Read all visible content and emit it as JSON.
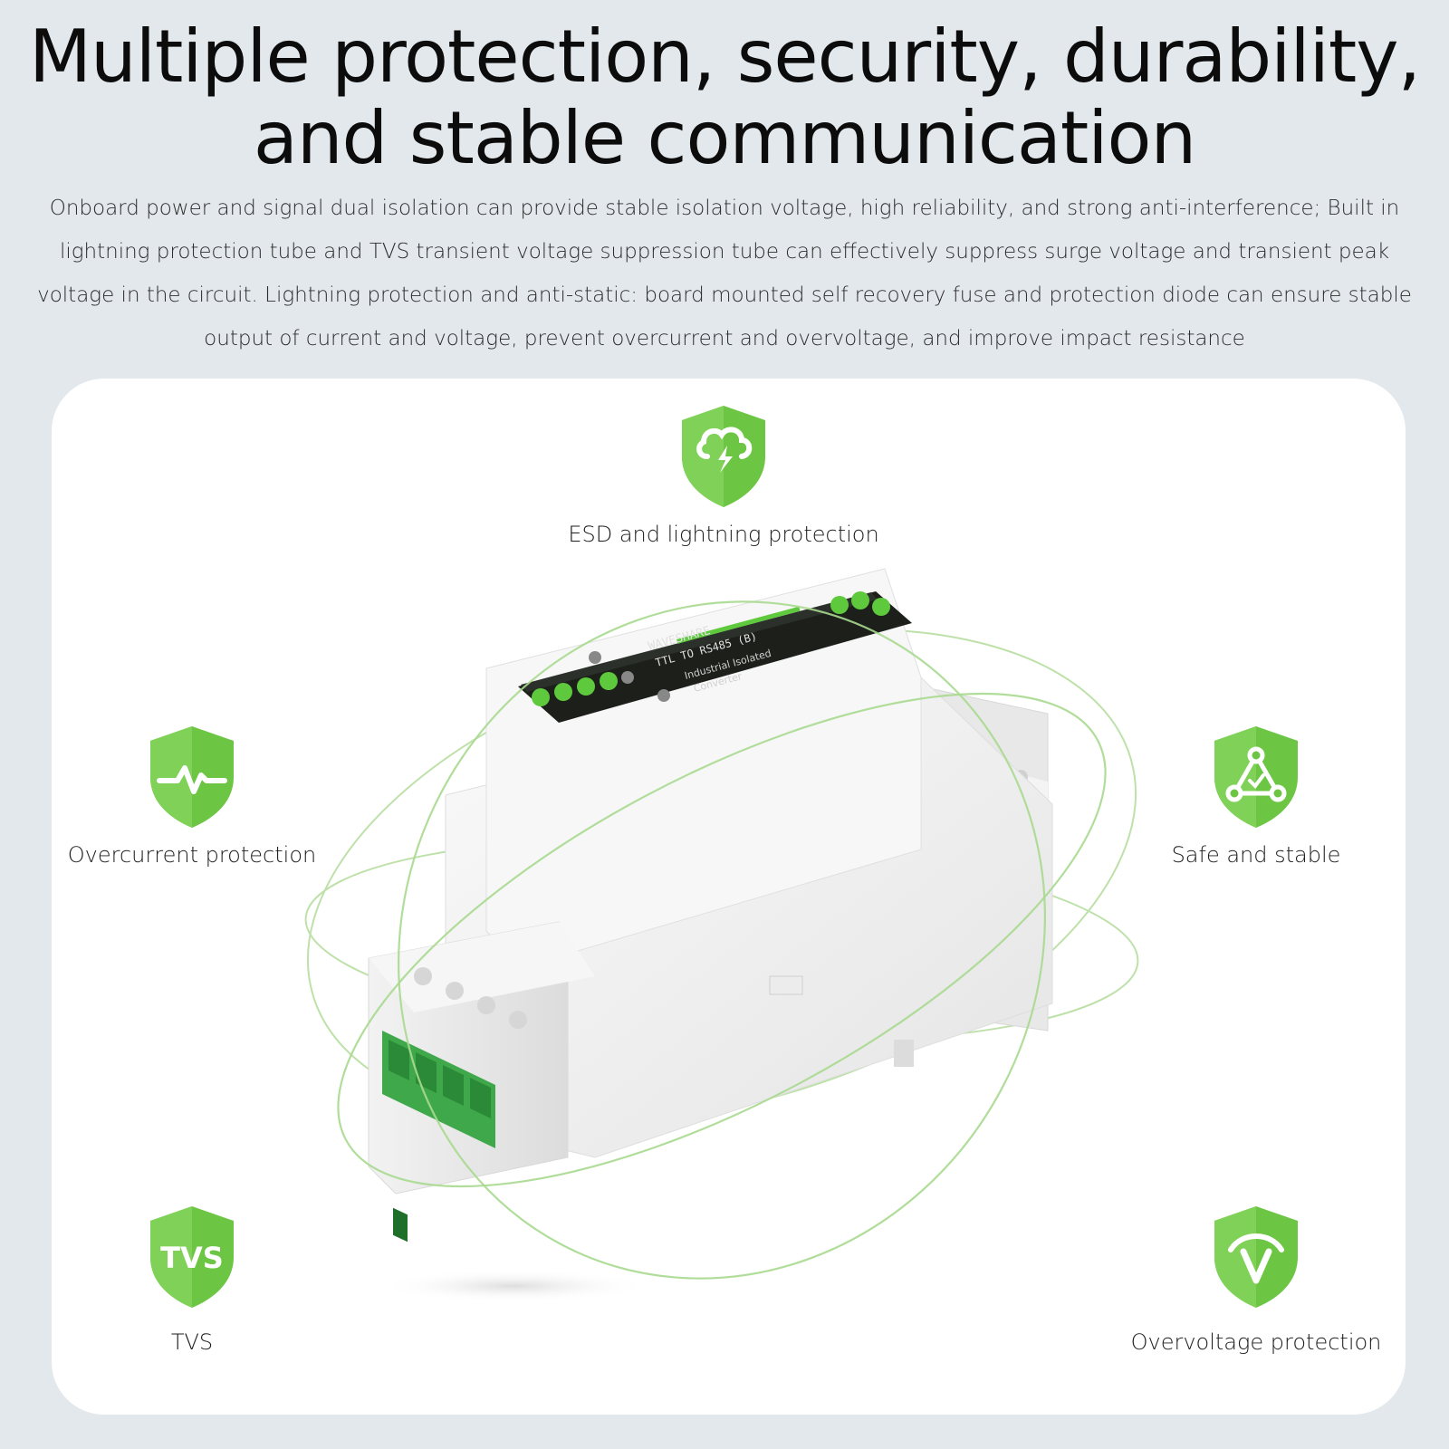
{
  "header": {
    "title_line1": "Multiple protection, security, durability,",
    "title_line2": "and stable communication",
    "description": "Onboard power and signal dual isolation can provide stable isolation voltage, high reliability, and strong anti-interference; Built in lightning protection tube and TVS transient voltage suppression tube can effectively suppress surge voltage and transient peak voltage in the circuit. Lightning protection and anti-static: board mounted self recovery fuse and protection diode can ensure stable output of current and voltage, prevent overcurrent and overvoltage, and improve impact resistance"
  },
  "features": {
    "esd": {
      "label": "ESD and lightning protection",
      "icon": "lightning-cloud-shield-icon"
    },
    "overcurrent": {
      "label": "Overcurrent protection",
      "icon": "pulse-shield-icon"
    },
    "safe": {
      "label": "Safe and stable",
      "icon": "triangle-network-shield-icon"
    },
    "tvs": {
      "label": "TVS",
      "icon": "tvs-shield-icon"
    },
    "overvoltage": {
      "label": "Overvoltage protection",
      "icon": "gauge-shield-icon"
    }
  },
  "device": {
    "brand": "WAVESHARE",
    "model": "TTL TO RS485 (B)",
    "subtitle_line1": "Industrial Isolated",
    "subtitle_line2": "Converter"
  },
  "colors": {
    "background": "#e3e8ec",
    "card": "#ffffff",
    "accent_green": "#6cc644",
    "orbit_green": "#a9d98f"
  }
}
